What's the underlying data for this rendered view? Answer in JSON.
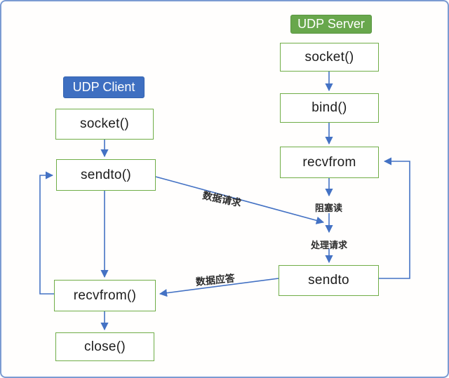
{
  "diagram": {
    "title": "UDP client-server flow diagram",
    "server": {
      "header": "UDP Server",
      "socket": "socket()",
      "bind": "bind()",
      "recvfrom": "recvfrom",
      "sendto": "sendto"
    },
    "client": {
      "header": "UDP Client",
      "socket": "socket()",
      "sendto": "sendto()",
      "recvfrom": "recvfrom()",
      "close": "close()"
    },
    "labels": {
      "data_request": "数据请求",
      "blocking_read": "阻塞读",
      "process_request": "处理请求",
      "data_reply": "数据应答"
    },
    "colors": {
      "server_header_bg": "#68a74c",
      "client_header_bg": "#3e6fc1",
      "node_border": "#70ad47",
      "arrow": "#4472c4",
      "frame_border": "#7b9bd2",
      "label_text": "#2b2b2b"
    }
  }
}
